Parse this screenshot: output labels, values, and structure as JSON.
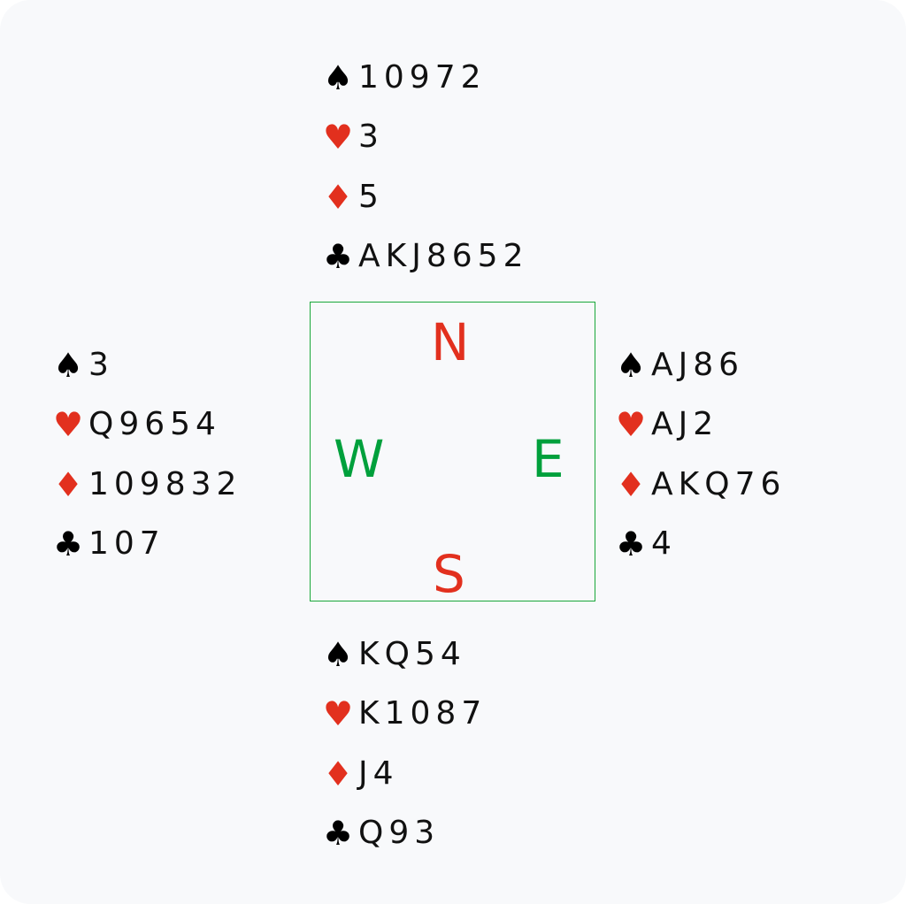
{
  "colors": {
    "red": "#e2301e",
    "green": "#00a03c",
    "black": "#000000",
    "background": "#f8f9fb"
  },
  "suits": {
    "spades": "♠",
    "hearts": "♥",
    "diamonds": "♦",
    "clubs": "♣"
  },
  "hands": {
    "north": {
      "spades": "10972",
      "hearts": "3",
      "diamonds": "5",
      "clubs": "AKJ8652"
    },
    "west": {
      "spades": "3",
      "hearts": "Q9654",
      "diamonds": "109832",
      "clubs": "107"
    },
    "east": {
      "spades": "AJ86",
      "hearts": "AJ2",
      "diamonds": "AKQ76",
      "clubs": "4"
    },
    "south": {
      "spades": "KQ54",
      "hearts": "K1087",
      "diamonds": "J4",
      "clubs": "Q93"
    }
  },
  "compass": {
    "north": "N",
    "south": "S",
    "west": "W",
    "east": "E"
  }
}
